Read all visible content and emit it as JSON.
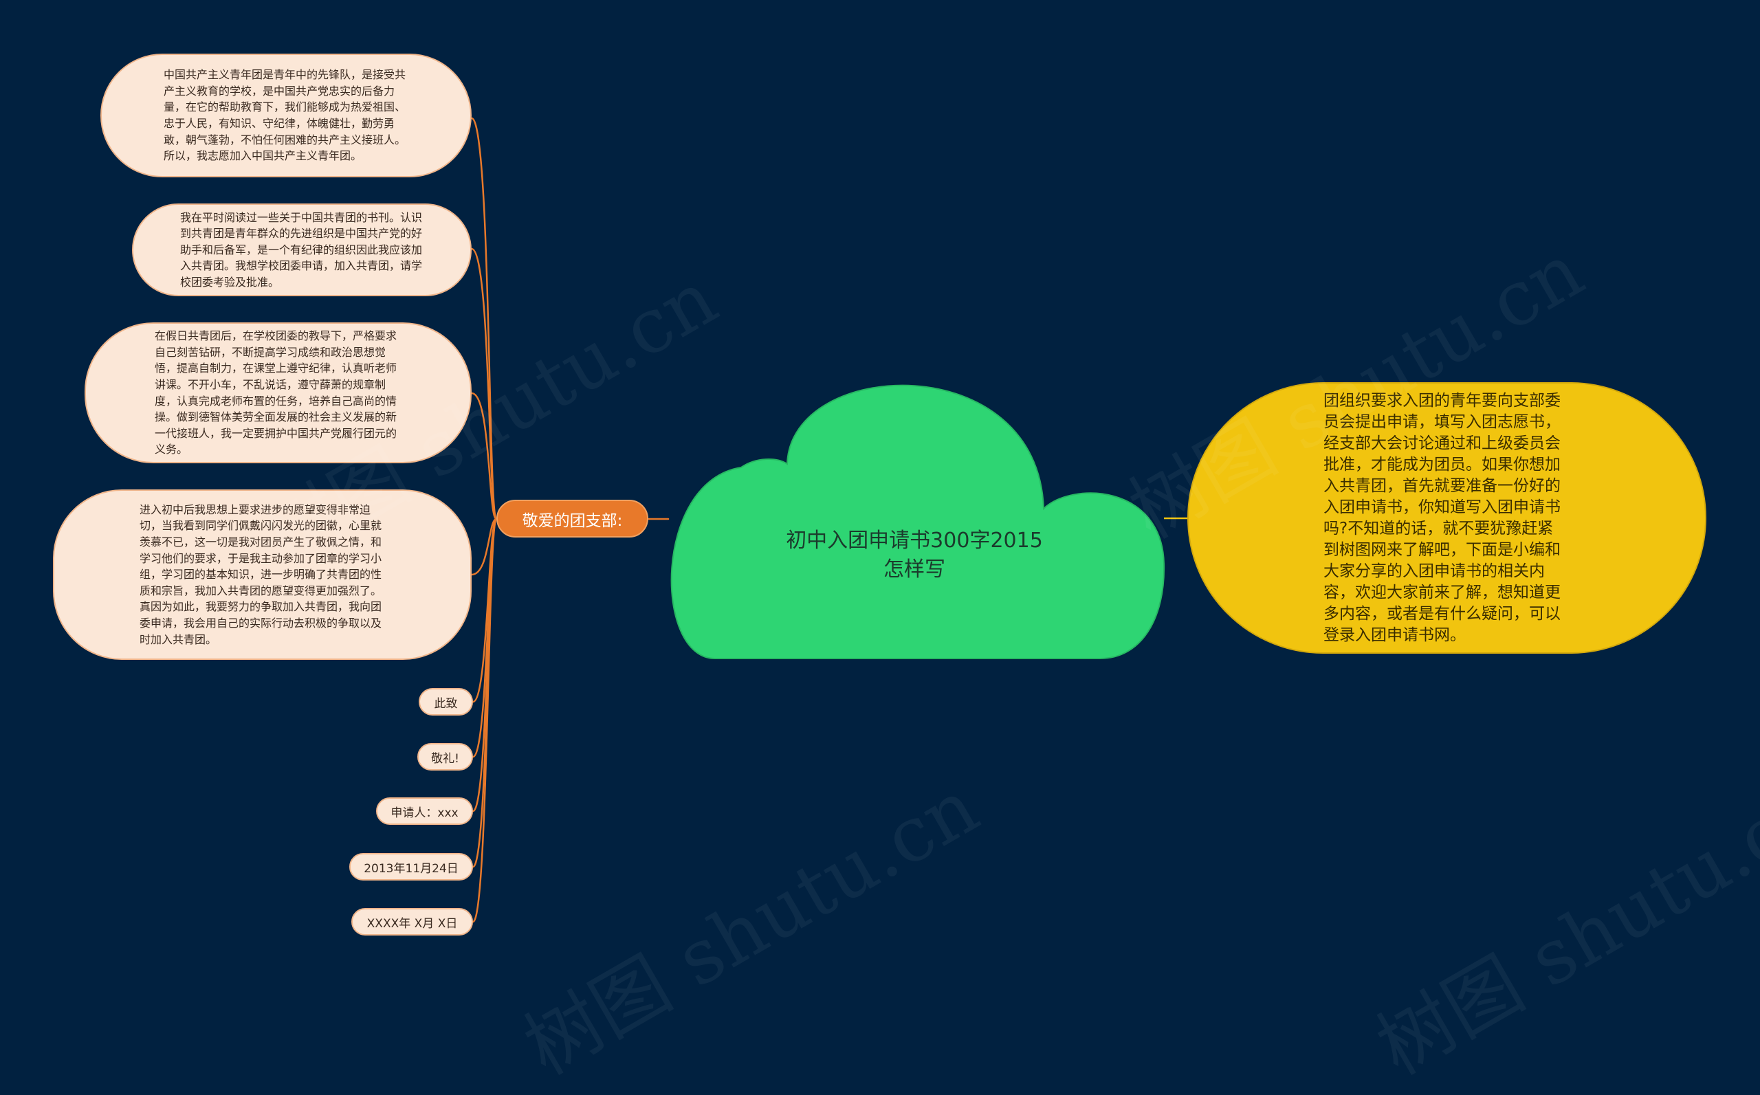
{
  "central": {
    "title": "初中入团申请书300字2015怎样写"
  },
  "branch": {
    "label": "敬爱的团支部:"
  },
  "leaves": [
    {
      "text": "中国共产主义青年团是青年中的先锋队，是接受共产主义教育的学校，是中国共产党忠实的后备力量，在它的帮助教育下，我们能够成为热爱祖国、忠于人民，有知识、守纪律，体魄健壮，勤劳勇敢，朝气蓬勃，不怕任何困难的共产主义接班人。所以，我志愿加入中国共产主义青年团。"
    },
    {
      "text": "我在平时阅读过一些关于中国共青团的书刊。认识到共青团是青年群众的先进组织是中国共产党的好助手和后备军，是一个有纪律的组织因此我应该加入共青团。我想学校团委申请，加入共青团，请学校团委考验及批准。"
    },
    {
      "text": "在假日共青团后，在学校团委的教导下，严格要求自己刻苦钻研，不断提高学习成绩和政治思想觉悟，提高自制力，在课堂上遵守纪律，认真听老师讲课。不开小车，不乱说话，遵守薛萧的规章制度，认真完成老师布置的任务，培养自己高尚的情操。做到德智体美劳全面发展的社会主义发展的新一代接班人，我一定要拥护中国共产党履行团元的义务。"
    },
    {
      "text": "进入初中后我思想上要求进步的愿望变得非常迫切，当我看到同学们佩戴闪闪发光的团徽，心里就羡慕不已，这一切是我对团员产生了敬佩之情，和学习他们的要求，于是我主动参加了团章的学习小组，学习团的基本知识，进一步明确了共青团的性质和宗旨，我加入共青团的愿望变得更加强烈了。真因为如此，我要努力的争取加入共青团，我向团委申请，我会用自己的实际行动去积极的争取以及时加入共青团。"
    }
  ],
  "small_nodes": [
    {
      "text": "此致"
    },
    {
      "text": "敬礼!"
    },
    {
      "text": "申请人：xxx"
    },
    {
      "text": "2013年11月24日"
    },
    {
      "text": "XXXX年 X月 X日"
    }
  ],
  "detail": {
    "text": "团组织要求入团的青年要向支部委员会提出申请，填写入团志愿书，经支部大会讨论通过和上级委员会批准，才能成为团员。如果你想加入共青团，首先就要准备一份好的入团申请书，你知道写入团申请书吗?不知道的话，就不要犹豫赶紧到树图网来了解吧，下面是小编和大家分享的入团申请书的相关内容，欢迎大家前来了解，想知道更多内容，或者是有什么疑问，可以登录入团申请书网。"
  },
  "watermark": {
    "text": "树图 shutu.cn"
  },
  "colors": {
    "background": "#012140",
    "cloud": "#2ed573",
    "branch": "#e8792a",
    "leaf": "#fbe7d7",
    "detail": "#f1c40f",
    "link_left": "#e8792a",
    "link_right": "#f1c40f"
  }
}
